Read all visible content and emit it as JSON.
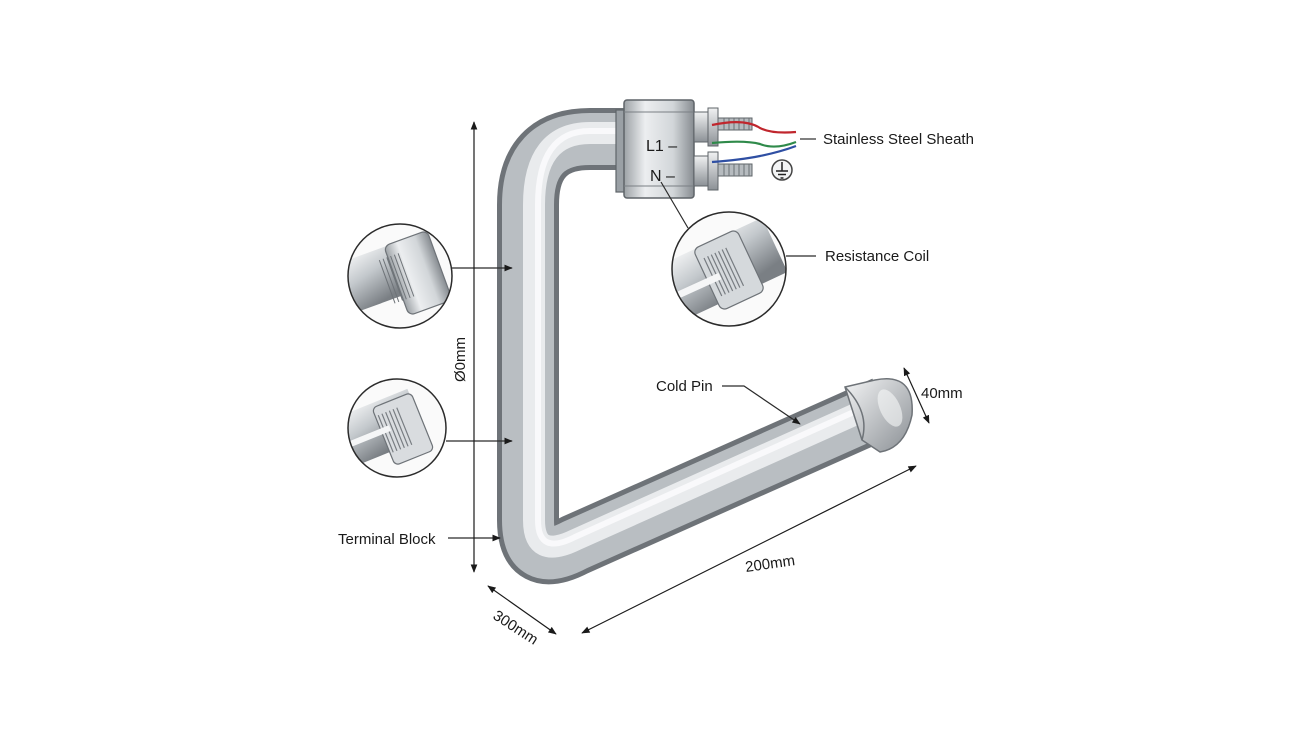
{
  "labels": {
    "sheath": "Stainless Steel Sheath",
    "coil": "Resistance Coil",
    "cold_pin": "Cold Pin",
    "terminal_block": "Terminal Block"
  },
  "dimensions": {
    "vertical": "Ø0mm",
    "bottom": "300mm",
    "diagonal": "200mm",
    "diameter": "40mm"
  },
  "terminals": {
    "l1": "L1 –",
    "n": "N –"
  },
  "colors": {
    "wire_red": "#c0262d",
    "wire_green": "#2f8a4a",
    "wire_blue": "#2f4fa3",
    "metal_light": "#e6e8ea",
    "metal_dark": "#8c9196"
  },
  "icons": {
    "ground": "ground-symbol-icon"
  }
}
